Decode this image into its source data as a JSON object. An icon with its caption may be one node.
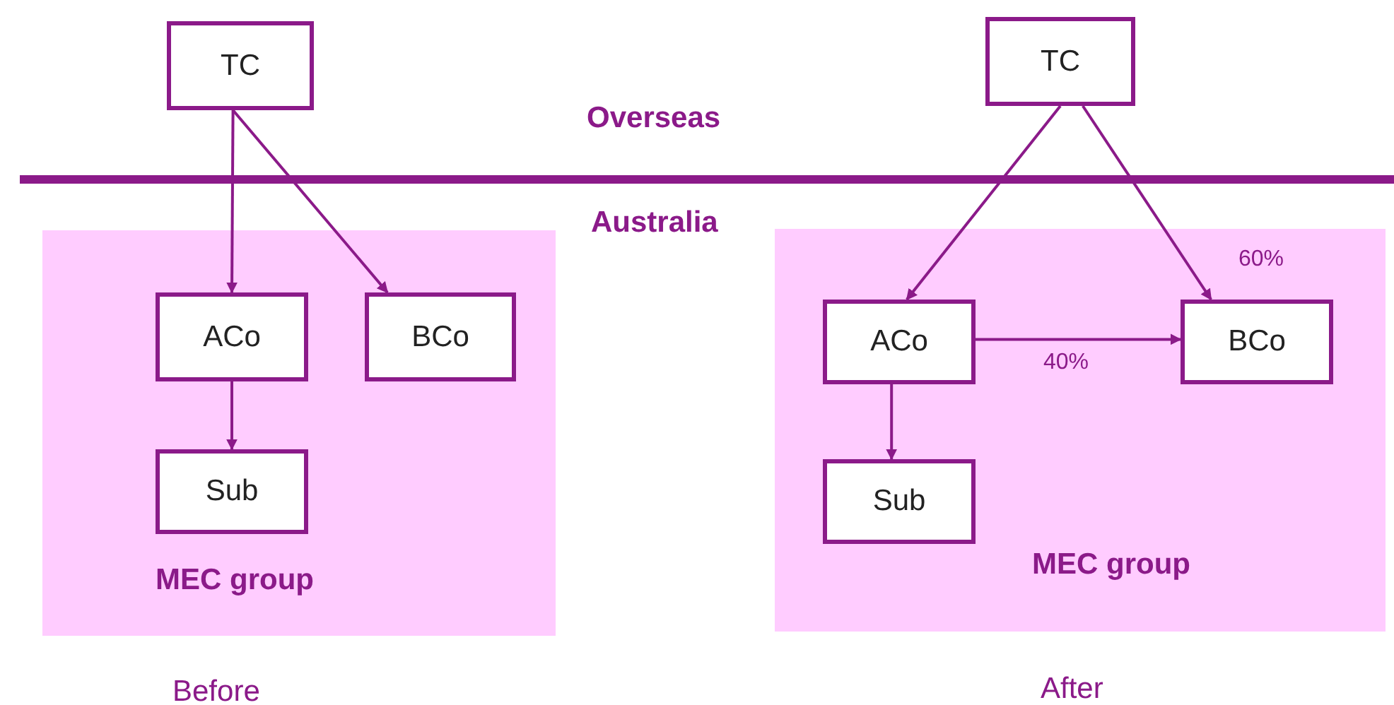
{
  "diagram": {
    "nodes": [
      {
        "text": [
          "TC"
        ]
      },
      {
        "text": [
          "MEC group"
        ]
      },
      {
        "text": [
          "ACo"
        ],
        "in": 1
      },
      {
        "text": [
          "BCo"
        ],
        "in": 1
      },
      {
        "text": [
          "Sub"
        ],
        "in": 1
      },
      {
        "text": [
          "TC"
        ]
      },
      {
        "text": [
          "MEC group"
        ]
      },
      {
        "text": [
          "ACo"
        ],
        "in": 6
      },
      {
        "text": [
          "BCo"
        ],
        "in": 6
      },
      {
        "text": [
          "Sub"
        ],
        "in": 6
      }
    ],
    "edges": [
      {
        "from": 0,
        "to": 2,
        "arrow": "to"
      },
      {
        "from": 0,
        "to": 3,
        "arrow": "to"
      },
      {
        "from": 2,
        "to": 4,
        "arrow": "to"
      },
      {
        "from": 5,
        "to": 7,
        "arrow": "to"
      },
      {
        "from": 5,
        "to": 8,
        "arrow": "to",
        "label": "60%"
      },
      {
        "from": 7,
        "to": 8,
        "arrow": "to",
        "label": "40%"
      },
      {
        "from": 7,
        "to": 9,
        "arrow": "to"
      }
    ],
    "labels": [
      "Overseas",
      "Australia",
      "Before",
      "After"
    ]
  }
}
